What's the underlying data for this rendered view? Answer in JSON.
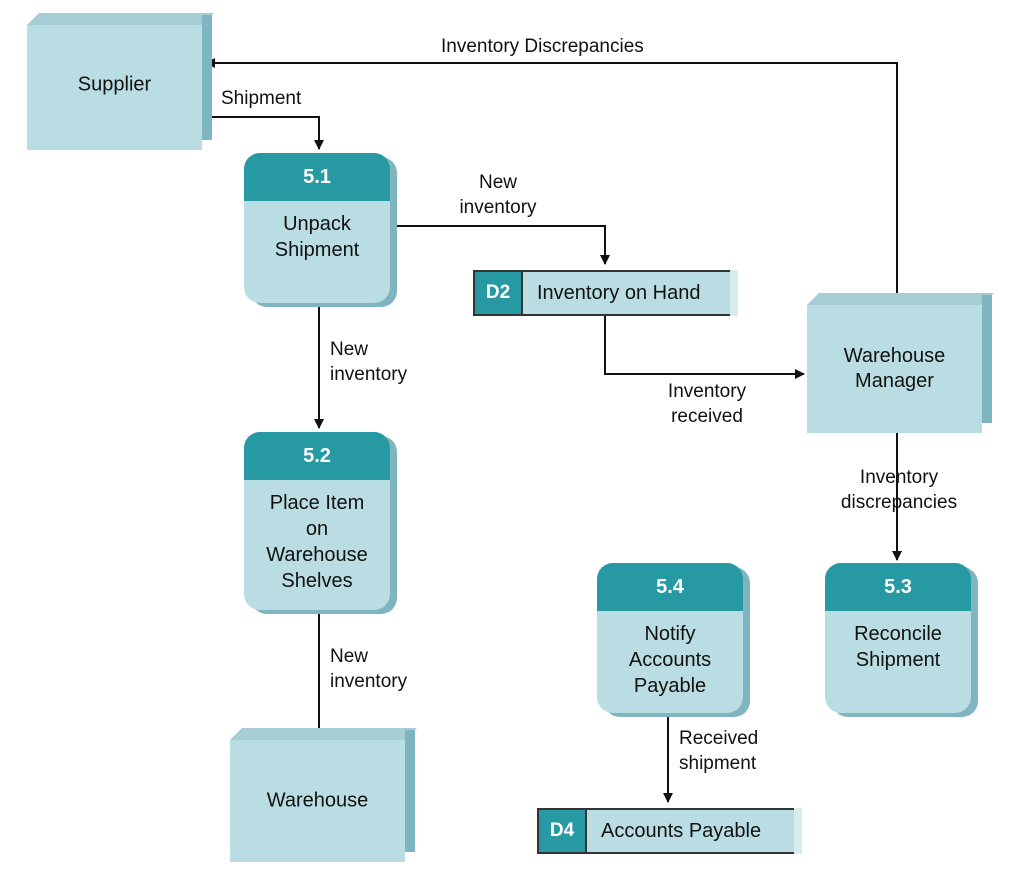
{
  "entities": {
    "supplier": "Supplier",
    "warehouse": "Warehouse",
    "warehouse_manager": [
      "Warehouse",
      "Manager"
    ]
  },
  "processes": {
    "p51": {
      "id": "5.1",
      "label": [
        "Unpack",
        "Shipment"
      ]
    },
    "p52": {
      "id": "5.2",
      "label": [
        "Place Item",
        "on",
        "Warehouse",
        "Shelves"
      ]
    },
    "p53": {
      "id": "5.3",
      "label": [
        "Reconcile",
        "Shipment"
      ]
    },
    "p54": {
      "id": "5.4",
      "label": [
        "Notify",
        "Accounts",
        "Payable"
      ]
    }
  },
  "stores": {
    "d2": {
      "id": "D2",
      "name": "Inventory on Hand"
    },
    "d4": {
      "id": "D4",
      "name": "Accounts Payable"
    }
  },
  "flows": {
    "inventory_discrepancies_top": "Inventory Discrepancies",
    "shipment": "Shipment",
    "new_inventory_to_d2": [
      "New",
      "inventory"
    ],
    "new_inventory_to_52": [
      "New",
      "inventory"
    ],
    "new_inventory_to_warehouse": [
      "New",
      "inventory"
    ],
    "inventory_received": [
      "Inventory",
      "received"
    ],
    "inventory_discrepancies_lower": [
      "Inventory",
      "discrepancies"
    ],
    "received_shipment": [
      "Received",
      "shipment"
    ]
  }
}
